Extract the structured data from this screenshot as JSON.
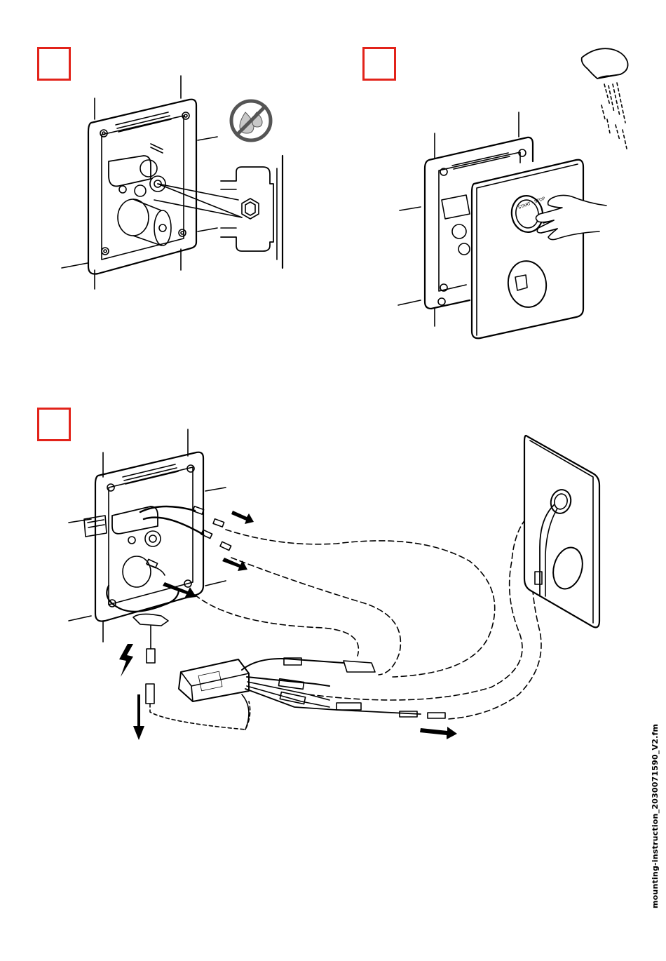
{
  "steps": [
    {
      "id": "step-1-box",
      "label": ""
    },
    {
      "id": "step-2-box",
      "label": ""
    },
    {
      "id": "step-3-box",
      "label": ""
    }
  ],
  "panel_label": "START - STOP",
  "footer": {
    "filename": "mounting-instruction_2030071590_V2.fm"
  },
  "colors": {
    "step_box": "#e2231a",
    "line": "#000000"
  },
  "icons": [
    "no-water-icon",
    "lightning-icon",
    "arrow-icon",
    "hand-icon"
  ]
}
